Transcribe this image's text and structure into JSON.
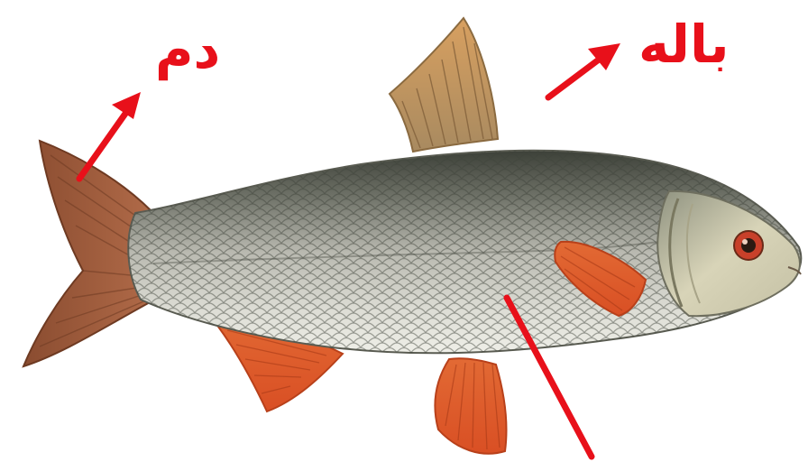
{
  "labels": {
    "tail": "دم",
    "fin": "باله"
  },
  "colors": {
    "label_red": "#e8101a",
    "arrow_red": "#e8101a",
    "fin_orange": "#e0602c",
    "tail_brown": "#9a5a3a",
    "body_silver": "#c9c9c0",
    "back_dark": "#4a4e45",
    "belly_light": "#eeeee6",
    "eye_red": "#c8402a"
  },
  "icons": {
    "subject": "fish-illustration",
    "pointers": [
      "arrow-up-right-icon",
      "arrow-up-right-icon",
      "pointer-line"
    ]
  }
}
